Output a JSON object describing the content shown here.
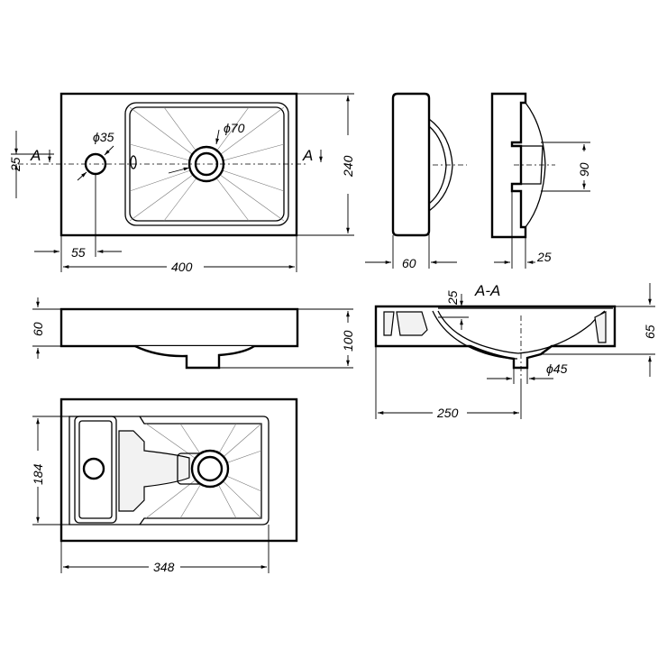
{
  "section_marker": "A",
  "section_title": "A-A",
  "dimensions": {
    "top_view": {
      "hole_offset": "25",
      "hole_diameter": "ϕ35",
      "drain_diameter": "ϕ70",
      "height": "240",
      "hole_position": "55",
      "width": "400"
    },
    "side_view": {
      "depth": "60"
    },
    "back_view": {
      "drain_height": "90",
      "drain_offset": "25"
    },
    "front_view": {
      "rim": "60",
      "total_height": "100"
    },
    "section_view": {
      "depth": "25",
      "height": "65",
      "outlet_diameter": "ϕ45",
      "drain_distance": "250"
    },
    "bottom_view": {
      "height": "184",
      "width": "348"
    }
  }
}
